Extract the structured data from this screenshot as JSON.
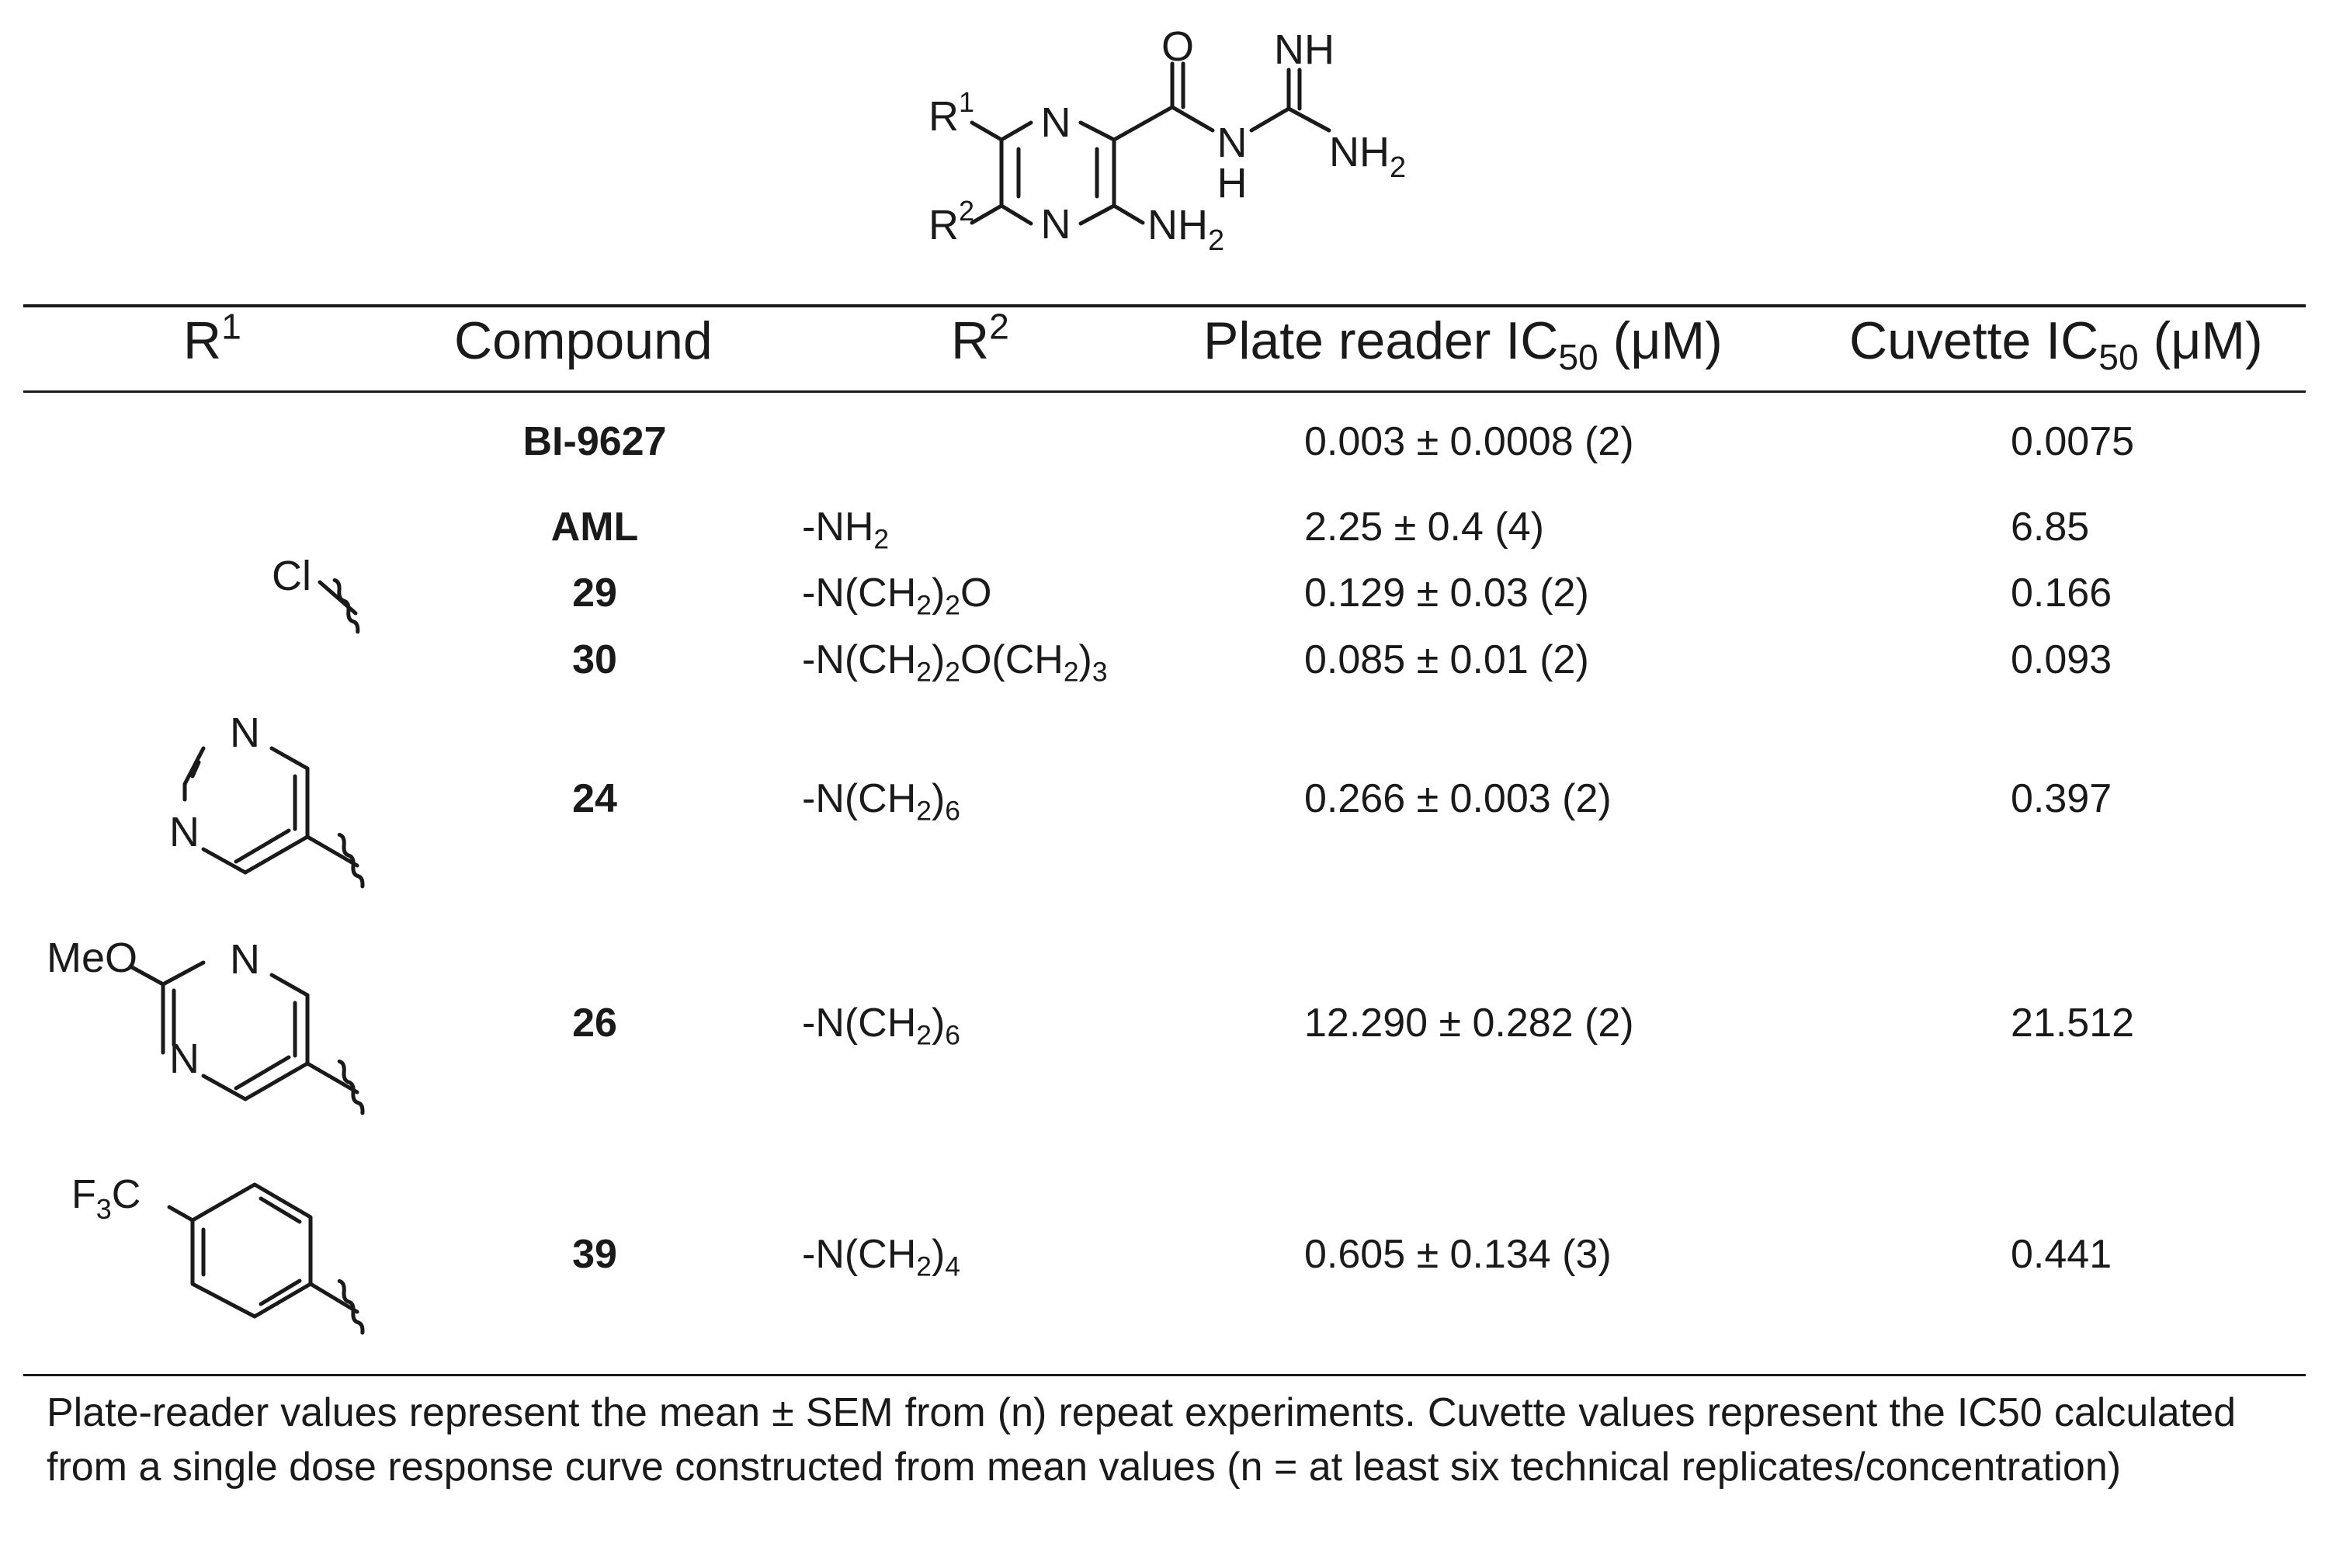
{
  "headers": {
    "r1": {
      "base": "R",
      "sup": "1"
    },
    "compound": "Compound",
    "r2": {
      "base": "R",
      "sup": "2"
    },
    "plate": {
      "pre": "Plate reader  IC",
      "sub": "50",
      "post": " (μM)"
    },
    "cuvette": {
      "pre": "Cuvette IC",
      "sub": "50",
      "post": " (μM)"
    }
  },
  "rows": [
    {
      "compound": "BI-9627",
      "r2": [],
      "plate": "0.003 ± 0.0008 (2)",
      "cuvette": "0.0075"
    },
    {
      "compound": "AML",
      "r1_label": "Cl",
      "r2": [
        {
          "t": "-NH"
        },
        {
          "t": "2",
          "sub": true
        }
      ],
      "plate": "2.25 ± 0.4 (4)",
      "cuvette": "6.85"
    },
    {
      "compound": "29",
      "r2": [
        {
          "t": "-N(CH"
        },
        {
          "t": "2",
          "sub": true
        },
        {
          "t": ")"
        },
        {
          "t": "2",
          "sub": true
        },
        {
          "t": "O"
        }
      ],
      "plate": "0.129 ± 0.03 (2)",
      "cuvette": "0.166"
    },
    {
      "compound": "30",
      "r2": [
        {
          "t": "-N(CH"
        },
        {
          "t": "2",
          "sub": true
        },
        {
          "t": ")"
        },
        {
          "t": "2",
          "sub": true
        },
        {
          "t": "O(CH"
        },
        {
          "t": "2",
          "sub": true
        },
        {
          "t": ")"
        },
        {
          "t": "3",
          "sub": true
        }
      ],
      "plate": "0.085 ± 0.01 (2)",
      "cuvette": "0.093"
    },
    {
      "compound": "24",
      "r1_label": "N",
      "r2": [
        {
          "t": "-N(CH"
        },
        {
          "t": "2",
          "sub": true
        },
        {
          "t": ")"
        },
        {
          "t": "6",
          "sub": true
        }
      ],
      "plate": "0.266 ± 0.003 (2)",
      "cuvette": "0.397"
    },
    {
      "compound": "26",
      "r1_label": "MeO",
      "r2": [
        {
          "t": "-N(CH"
        },
        {
          "t": "2",
          "sub": true
        },
        {
          "t": ")"
        },
        {
          "t": "6",
          "sub": true
        }
      ],
      "plate": "12.290 ± 0.282 (2)",
      "cuvette": "21.512"
    },
    {
      "compound": "39",
      "r1_label": "F3C",
      "r2": [
        {
          "t": "-N(CH"
        },
        {
          "t": "2",
          "sub": true
        },
        {
          "t": ")"
        },
        {
          "t": "4",
          "sub": true
        }
      ],
      "plate": "0.605 ± 0.134 (3)",
      "cuvette": "0.441"
    }
  ],
  "core_structure_labels": {
    "r1": "R",
    "r1_sup": "1",
    "r2": "R",
    "r2_sup": "2",
    "n": "N",
    "o": "O",
    "nh": "NH",
    "h": "H",
    "nh2": "NH",
    "nh2_sub": "2"
  },
  "footnote": "Plate-reader values represent the mean ± SEM from (n) repeat experiments. Cuvette values represent the IC50 calculated from a single dose response curve constructed from mean values (n = at least six technical replicates/concentration)"
}
